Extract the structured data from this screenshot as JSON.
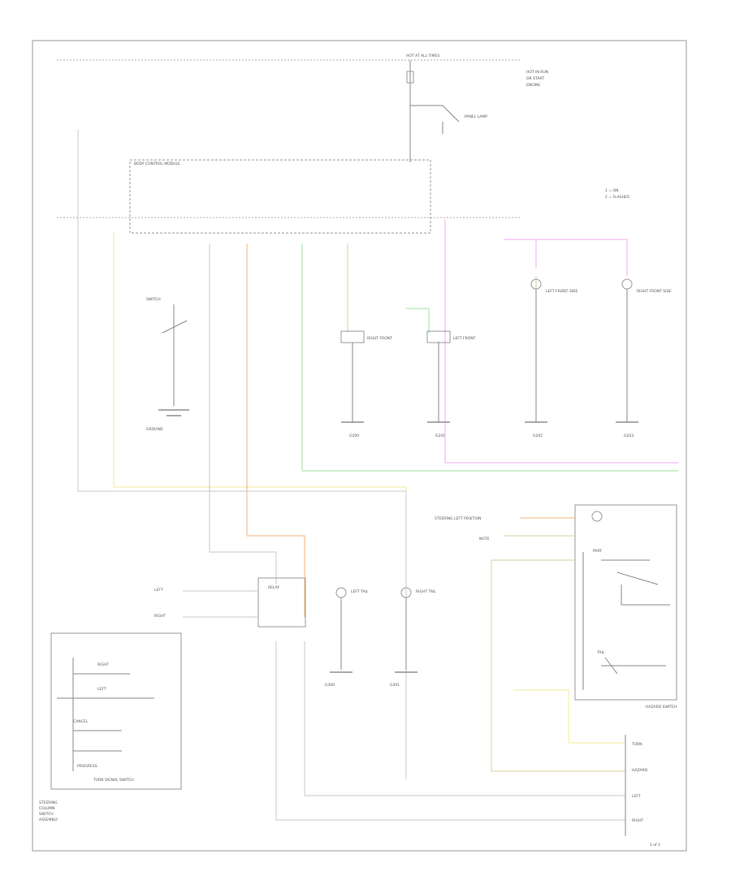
{
  "colors": {
    "yellow": "#f2ee9a",
    "orange": "#f4b27a",
    "green": "#9fe29f",
    "pink": "#f4a8f0",
    "cyan": "#8fe0e8",
    "tan": "#d8cfa0",
    "frame": "#8a8a8a"
  },
  "labels": {
    "left_note": [
      "STEERING",
      "COLUMN",
      "SWITCH",
      "ASSEMBLY"
    ],
    "right_note": [
      "HOT",
      "IN",
      "RUN",
      "OR",
      "START"
    ],
    "turn_signal_switch": "TURN SIGNAL SWITCH",
    "hazard_switch": "HAZARD SWITCH",
    "page_ref": "1 of 2",
    "footer_left": "",
    "body_control_module": "BODY CONTROL MODULE"
  }
}
